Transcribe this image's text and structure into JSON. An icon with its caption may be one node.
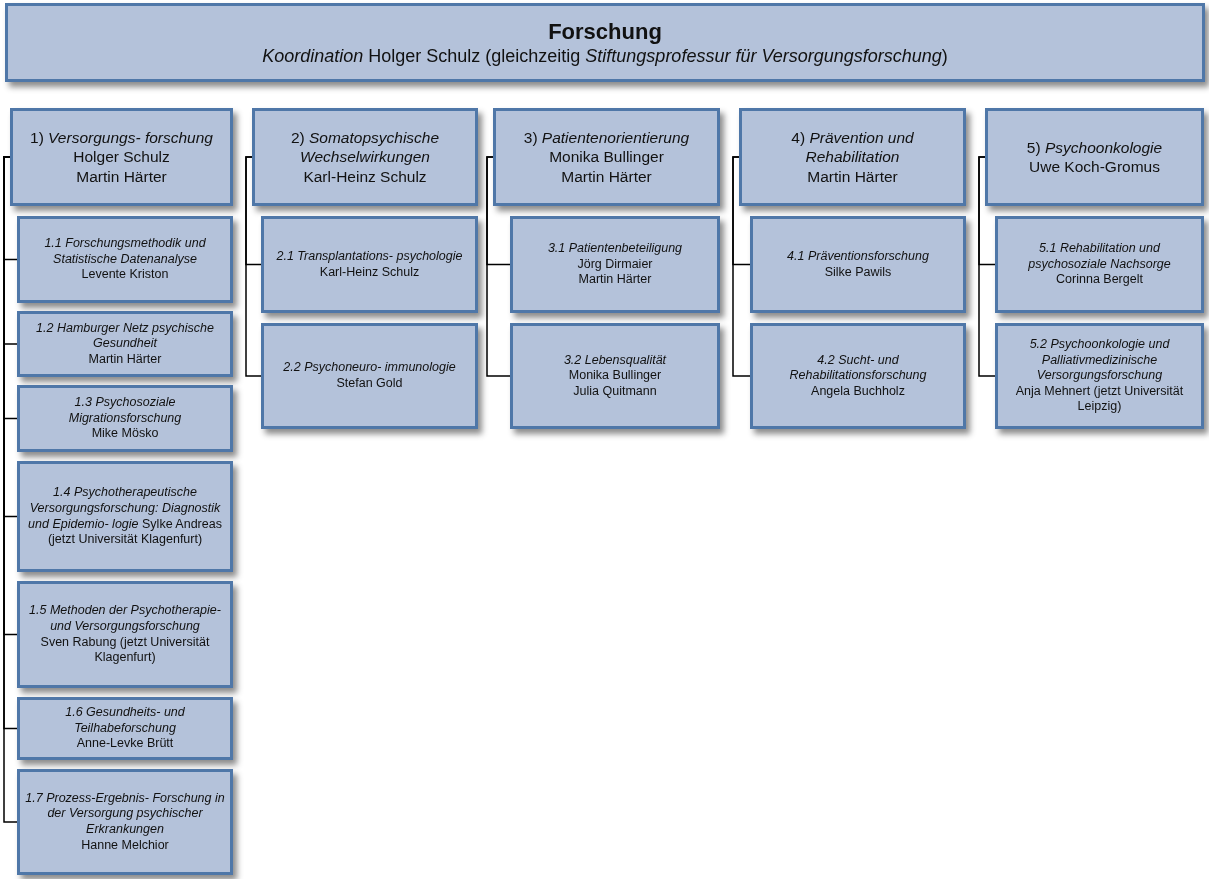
{
  "diagram": {
    "nodes": [
      {
        "text": [
          "Forschung",
          "*Koordination* Holger Schulz (gleichzeitig *Stiftungsprofessur für Versorgungsforschung*)"
        ]
      },
      {
        "text": [
          "1) *Versorgungs- forschung*",
          "Holger Schulz",
          "Martin Härter"
        ]
      },
      {
        "text": [
          "1.1 Forschungsmethodik und Statistische Datenanalyse",
          "Levente Kriston"
        ]
      },
      {
        "text": [
          "1.2 Hamburger Netz psychische Gesundheit",
          "Martin Härter"
        ]
      },
      {
        "text": [
          "1.3 Psychosoziale Migrationsforschung",
          "Mike Mösko"
        ]
      },
      {
        "text": [
          "*1.4 Psychotherapeutische Versorgungsforschung: Diagnostik und Epidemio- logie* Sylke Andreas (jetzt Universität Klagenfurt)"
        ]
      },
      {
        "text": [
          "1.5 Methoden der Psychotherapie- und Versorgungsforschung",
          "Sven Rabung (jetzt Universität Klagenfurt)"
        ]
      },
      {
        "text": [
          "1.6 Gesundheits- und Teilhabeforschung",
          "Anne-Levke Brütt"
        ]
      },
      {
        "text": [
          "1.7 Prozess-Ergebnis- Forschung in der Versorgung psychischer Erkrankungen",
          "Hanne Melchior"
        ]
      },
      {
        "text": [
          "2) *Somatopsychische Wechselwirkungen*",
          "Karl-Heinz Schulz"
        ]
      },
      {
        "text": [
          "2.1 Transplantations- psychologie",
          "Karl-Heinz Schulz"
        ]
      },
      {
        "text": [
          "2.2 Psychoneuro- immunologie",
          "Stefan Gold"
        ]
      },
      {
        "text": [
          "3) *Patientenorientierung*",
          "Monika Bullinger",
          "Martin Härter"
        ]
      },
      {
        "text": [
          "3.1 Patientenbeteiligung",
          "Jörg Dirmaier",
          "Martin Härter"
        ]
      },
      {
        "text": [
          "3.2 Lebensqualität",
          "Monika Bullinger",
          "Julia Quitmann"
        ]
      },
      {
        "text": [
          "4) *Prävention und Rehabilitation*",
          "Martin Härter"
        ]
      },
      {
        "text": [
          "4.1 Präventionsforschung",
          "Silke Pawils"
        ]
      },
      {
        "text": [
          "4.2 Sucht- und Rehabilitationsforschung",
          "Angela Buchholz"
        ]
      },
      {
        "text": [
          "5) *Psychoonkologie*",
          "Uwe Koch-Gromus"
        ]
      },
      {
        "text": [
          "5.1 Rehabilitation und psychosoziale Nachsorge",
          "Corinna Bergelt"
        ]
      },
      {
        "text": [
          "5.2 Psychoonkologie und Palliativmedizinische Versorgungsforschung",
          "Anja Mehnert (jetzt Universität Leipzig)"
        ]
      }
    ],
    "edges": [
      {
        "from": 1,
        "to": 2,
        "arrow": "none"
      },
      {
        "from": 1,
        "to": 3,
        "arrow": "none"
      },
      {
        "from": 1,
        "to": 4,
        "arrow": "none"
      },
      {
        "from": 1,
        "to": 5,
        "arrow": "none"
      },
      {
        "from": 1,
        "to": 6,
        "arrow": "none"
      },
      {
        "from": 1,
        "to": 7,
        "arrow": "none"
      },
      {
        "from": 1,
        "to": 8,
        "arrow": "none"
      },
      {
        "from": 9,
        "to": 10,
        "arrow": "none"
      },
      {
        "from": 9,
        "to": 11,
        "arrow": "none"
      },
      {
        "from": 12,
        "to": 13,
        "arrow": "none"
      },
      {
        "from": 12,
        "to": 14,
        "arrow": "none"
      },
      {
        "from": 15,
        "to": 16,
        "arrow": "none"
      },
      {
        "from": 15,
        "to": 17,
        "arrow": "none"
      },
      {
        "from": 18,
        "to": 19,
        "arrow": "none"
      },
      {
        "from": 18,
        "to": 20,
        "arrow": "none"
      }
    ]
  }
}
